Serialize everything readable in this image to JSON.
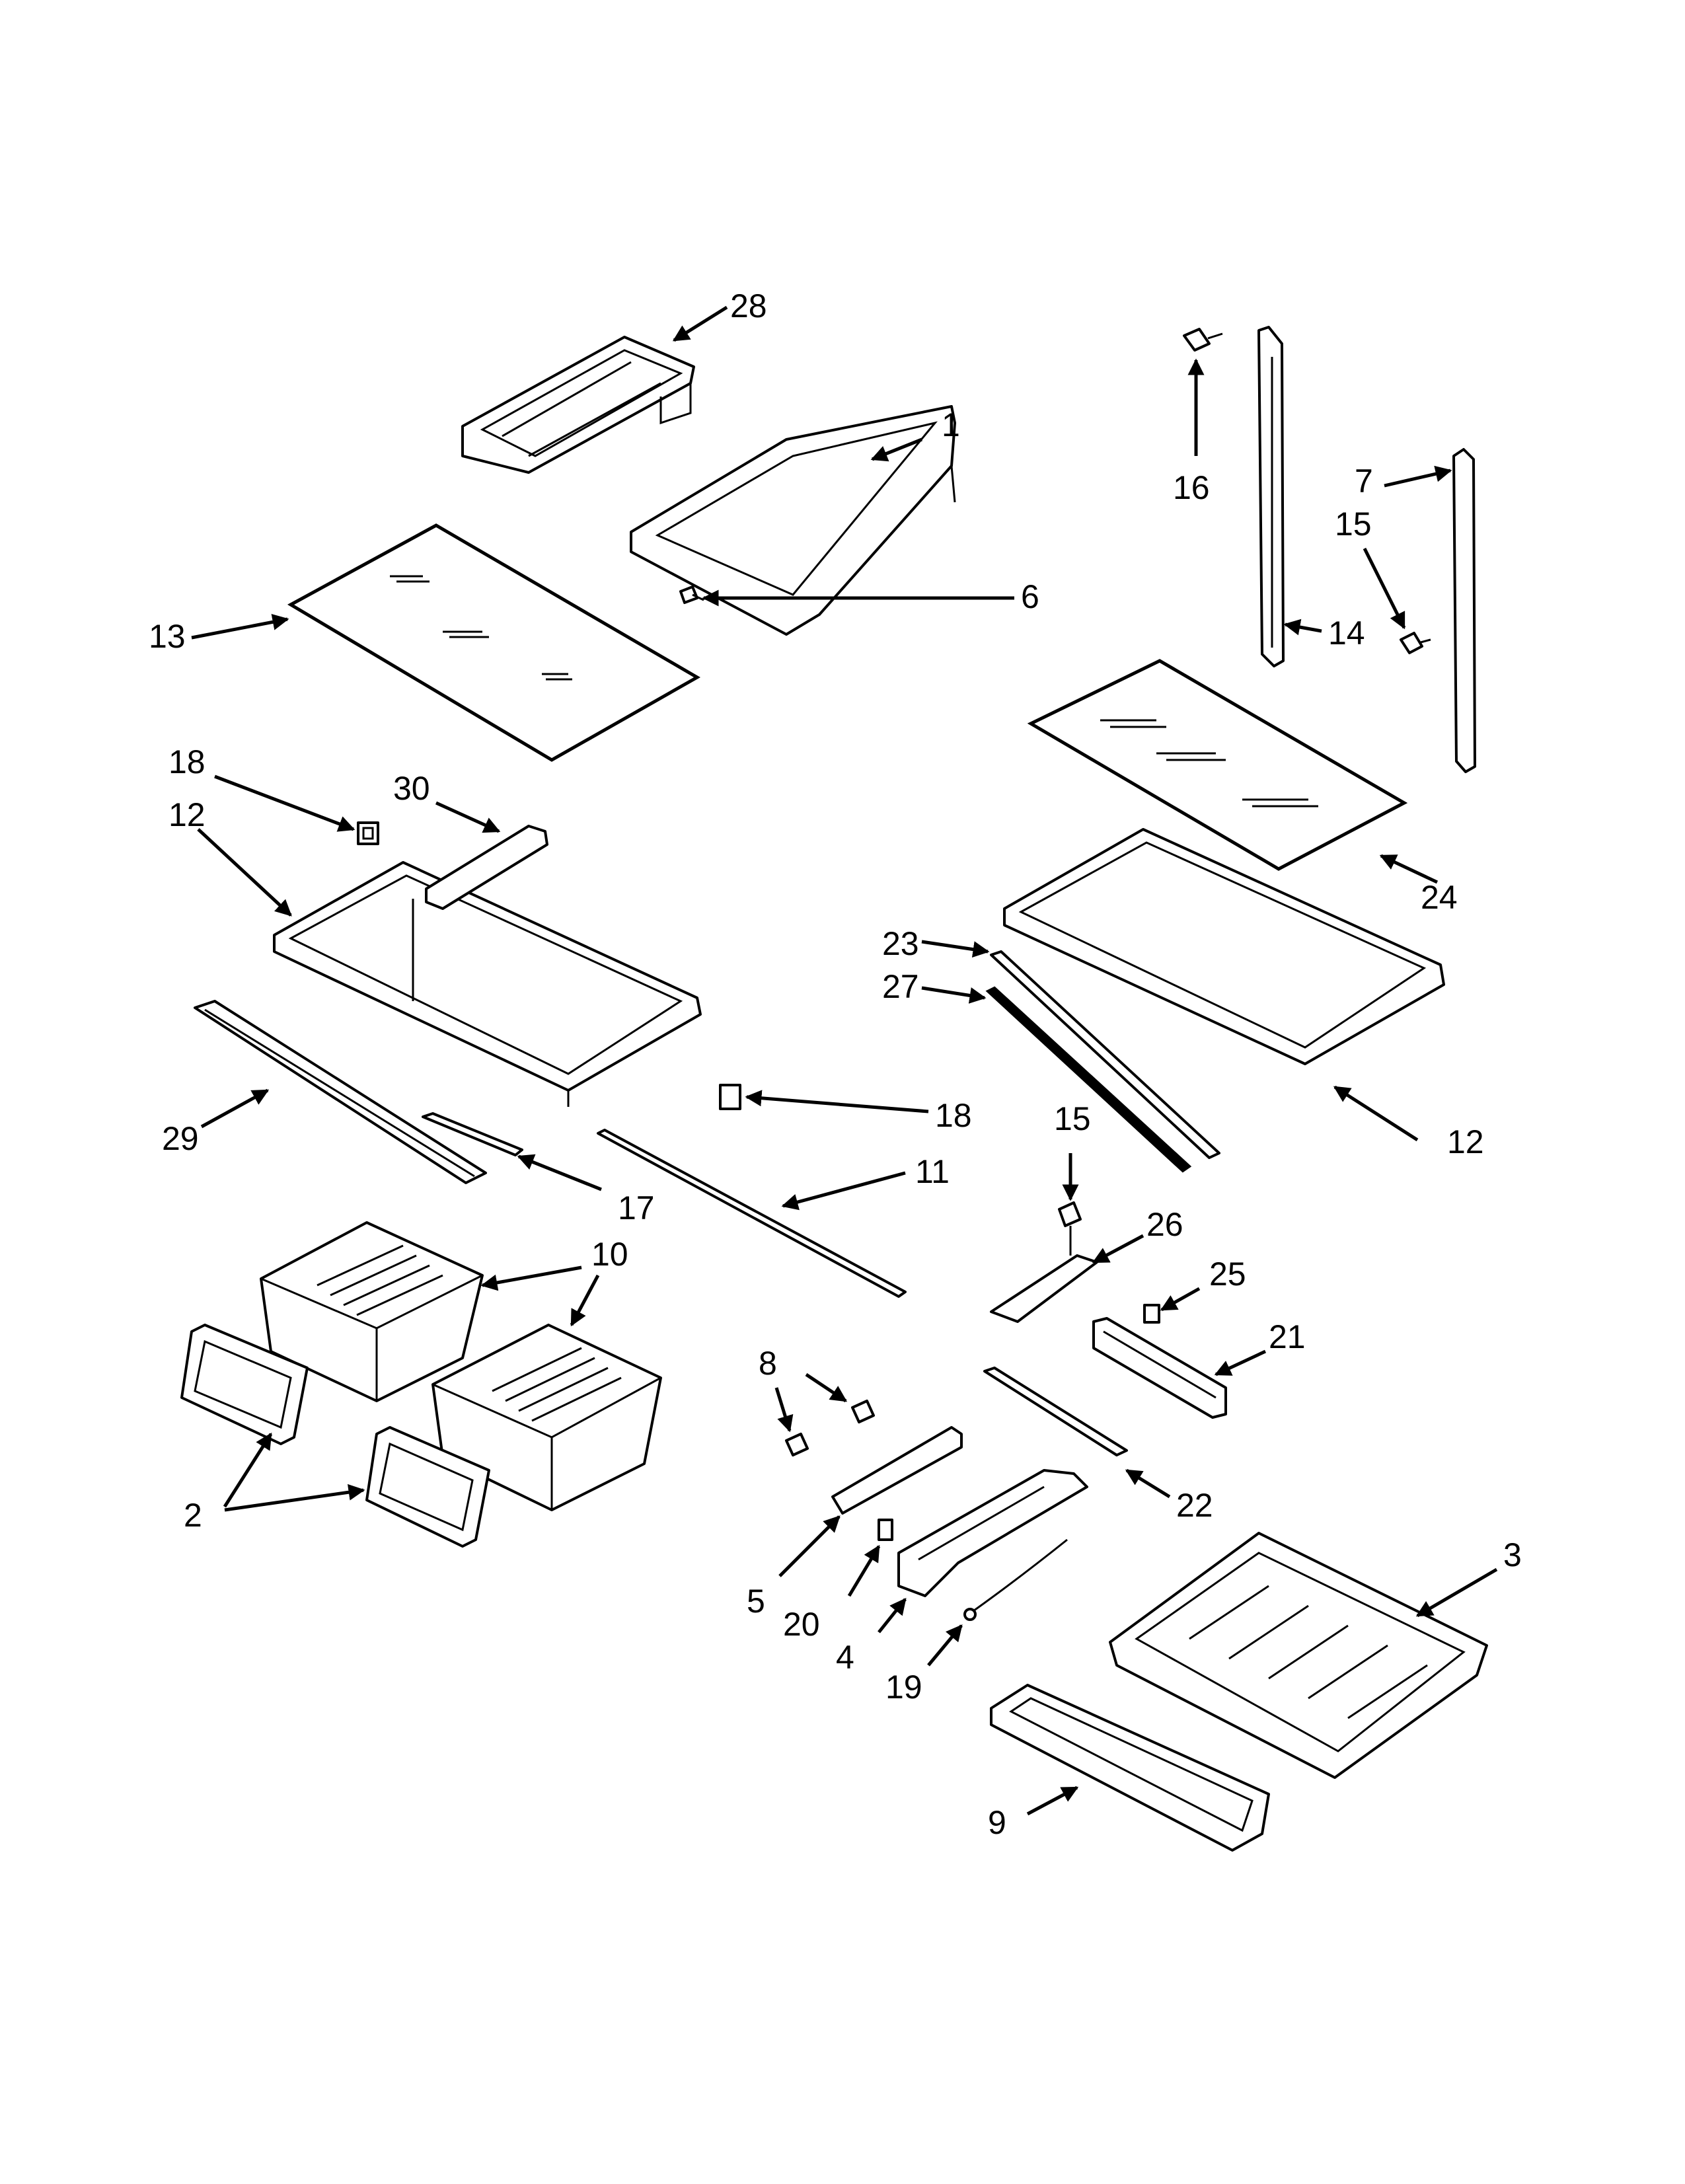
{
  "diagram": {
    "callouts": [
      {
        "id": "c28",
        "label": "28"
      },
      {
        "id": "c1",
        "label": "1"
      },
      {
        "id": "c6",
        "label": "6"
      },
      {
        "id": "c13",
        "label": "13"
      },
      {
        "id": "c16",
        "label": "16"
      },
      {
        "id": "c7",
        "label": "7"
      },
      {
        "id": "c15a",
        "label": "15"
      },
      {
        "id": "c14",
        "label": "14"
      },
      {
        "id": "c24",
        "label": "24"
      },
      {
        "id": "c18a",
        "label": "18"
      },
      {
        "id": "c30",
        "label": "30"
      },
      {
        "id": "c12a",
        "label": "12"
      },
      {
        "id": "c23",
        "label": "23"
      },
      {
        "id": "c27",
        "label": "27"
      },
      {
        "id": "c29",
        "label": "29"
      },
      {
        "id": "c18b",
        "label": "18"
      },
      {
        "id": "c12b",
        "label": "12"
      },
      {
        "id": "c17",
        "label": "17"
      },
      {
        "id": "c11",
        "label": "11"
      },
      {
        "id": "c15b",
        "label": "15"
      },
      {
        "id": "c26",
        "label": "26"
      },
      {
        "id": "c10",
        "label": "10"
      },
      {
        "id": "c25",
        "label": "25"
      },
      {
        "id": "c21",
        "label": "21"
      },
      {
        "id": "c8",
        "label": "8"
      },
      {
        "id": "c22",
        "label": "22"
      },
      {
        "id": "c2",
        "label": "2"
      },
      {
        "id": "c3",
        "label": "3"
      },
      {
        "id": "c5",
        "label": "5"
      },
      {
        "id": "c20",
        "label": "20"
      },
      {
        "id": "c4",
        "label": "4"
      },
      {
        "id": "c19",
        "label": "19"
      },
      {
        "id": "c9",
        "label": "9"
      }
    ]
  }
}
